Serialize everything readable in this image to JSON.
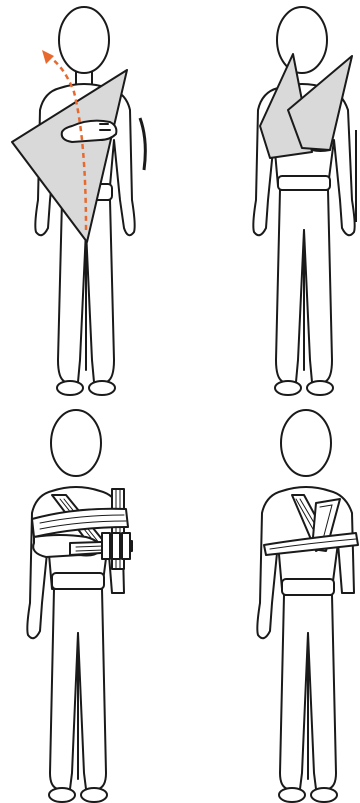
{
  "steps": [
    {
      "id": 1,
      "kind": "bandage-placed-with-arrow"
    },
    {
      "id": 2,
      "kind": "bandage-folded-up"
    },
    {
      "id": 3,
      "kind": "sling-with-splint-ties"
    },
    {
      "id": 4,
      "kind": "sling-tied"
    }
  ],
  "colors": {
    "outline": "#1a1a1a",
    "bandage": "#d9d9d9",
    "arrow": "#e8692e",
    "background": "#ffffff"
  },
  "icons": {
    "arrow": "dashed-arrow-up-icon"
  }
}
